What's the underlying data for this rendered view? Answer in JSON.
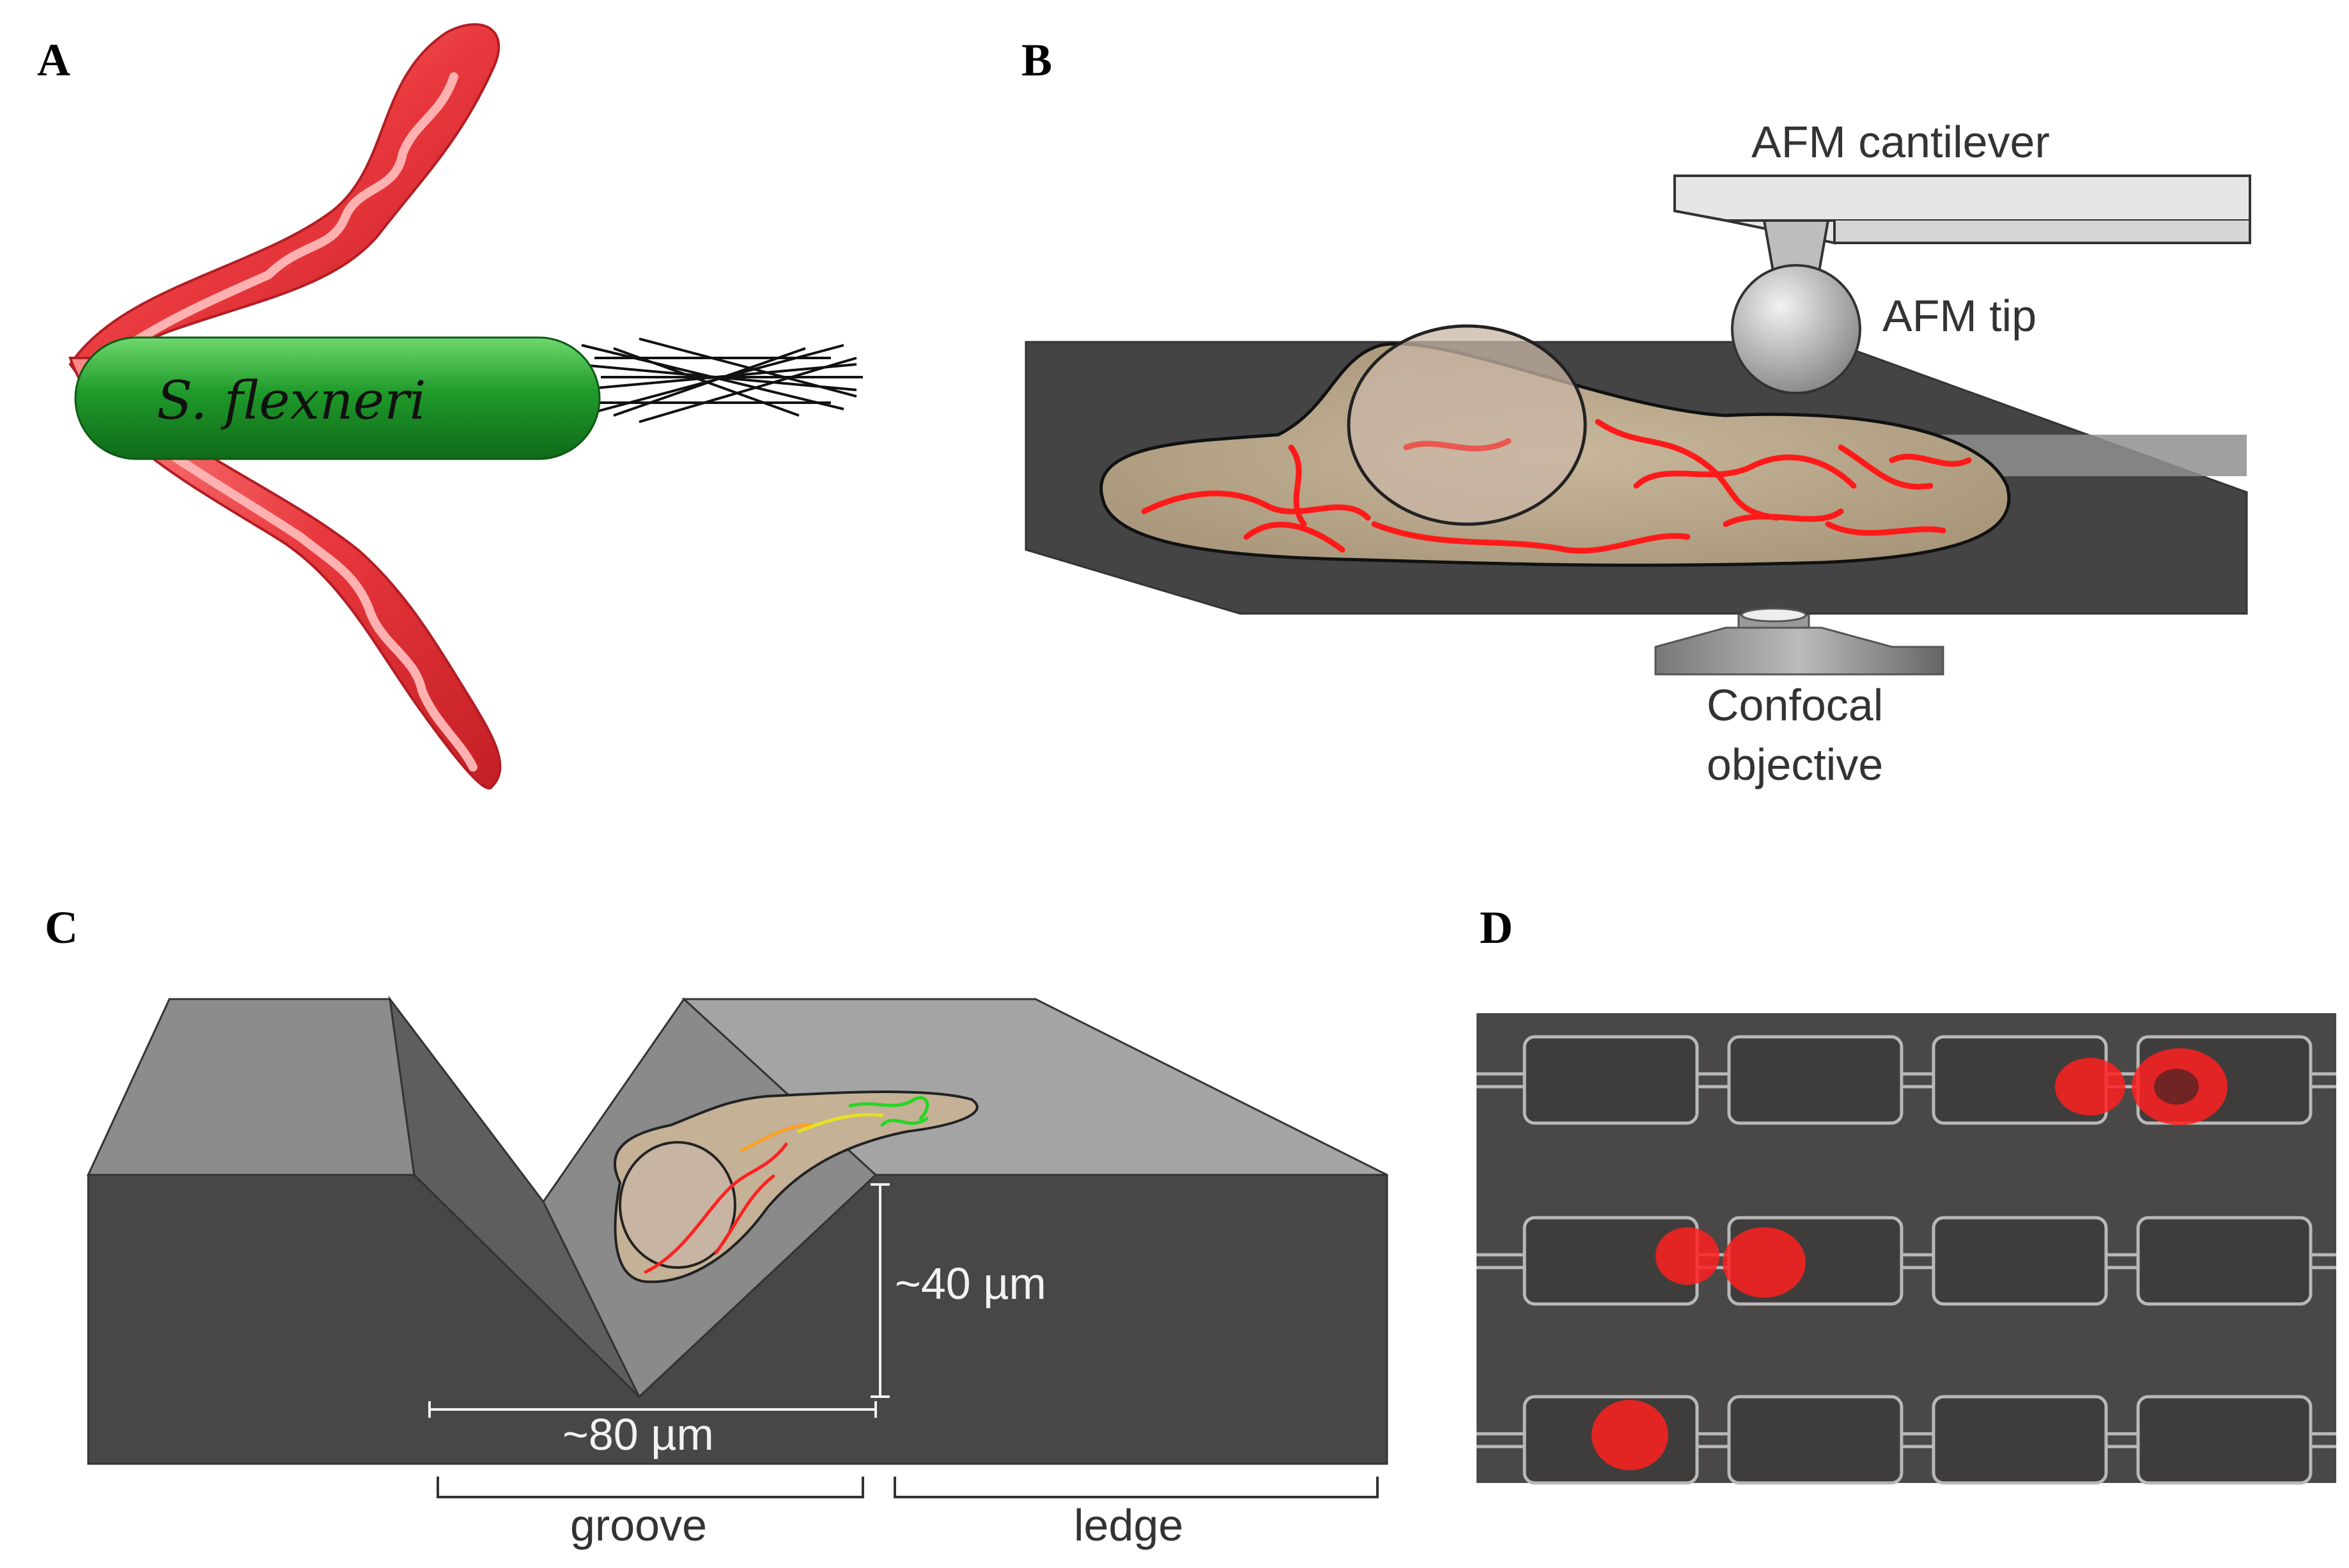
{
  "panels": {
    "a": {
      "letter": "A",
      "bacterium_label": "S. flexneri"
    },
    "b": {
      "letter": "B",
      "cantilever_label": "AFM cantilever",
      "tip_label": "AFM tip",
      "objective_line1": "Confocal",
      "objective_line2": "objective"
    },
    "c": {
      "letter": "C",
      "depth_label": "~40 µm",
      "width_label": "~80 µm",
      "groove_label": "groove",
      "ledge_label": "ledge"
    },
    "d": {
      "letter": "D"
    }
  },
  "colors": {
    "mitochondria": "#e8383d",
    "bacterium": "#1f9a2a",
    "cell_body": "#b5a48a",
    "substrate_dark": "#3f3f3f",
    "substrate_light": "#9a9a9a",
    "micrograph_bg": "#4a4846",
    "fluorescence": "#ff2020"
  }
}
